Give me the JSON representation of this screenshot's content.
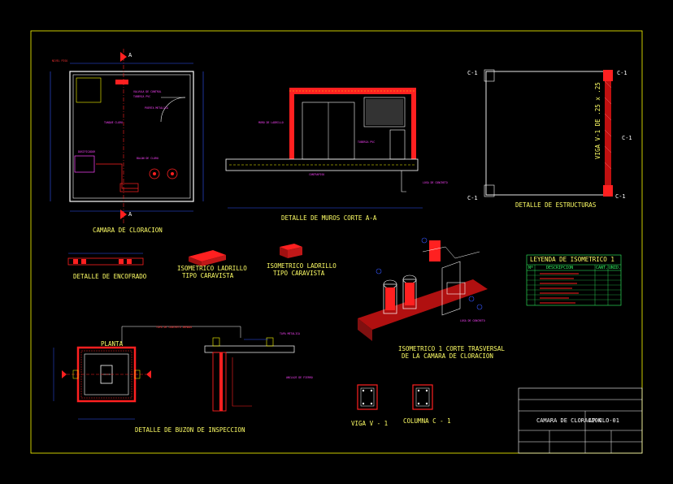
{
  "drawing": {
    "labels": {
      "camara": "CAMARA DE CLORACION",
      "muros": "DETALLE DE MUROS CORTE A-A",
      "estructuras": "DETALLE DE ESTRUCTURAS",
      "encofrado": "DETALLE DE ENCOFRADO",
      "ladrillo1a": "ISOMETRICO LADRILLO",
      "ladrillo1b": "TIPO CARAVISTA",
      "ladrillo2a": "ISOMETRICO LADRILLO",
      "ladrillo2b": "TIPO CARAVISTA",
      "isometrico_a": "ISOMETRICO 1 CORTE TRASVERSAL",
      "isometrico_b": "DE LA CAMARA DE CLORACION",
      "buzon": "DETALLE DE BUZON DE INSPECCION",
      "planta": "PLANTA",
      "viga": "VIGA V - 1",
      "columna": "COLUMNA C - 1",
      "viga_vertical": "VIGA V-1 DE .25 x .25",
      "marker_a": "A",
      "c1": "C-1"
    },
    "legend": {
      "title": "LEYENDA DE ISOMETRICO 1",
      "headers": [
        "Nº",
        "DESCRIPCION",
        "CANT.",
        "UNID."
      ]
    },
    "title_block": {
      "project": "CAMARA DE CLORACION",
      "sheet": "AP-CLO-01"
    },
    "colors": {
      "frame": "#ffff00",
      "wall": "#ff2020",
      "text": "#ffff66",
      "annotation": "#ff44ff",
      "legend": "#33ff66",
      "dimension": "#3355ff"
    }
  }
}
